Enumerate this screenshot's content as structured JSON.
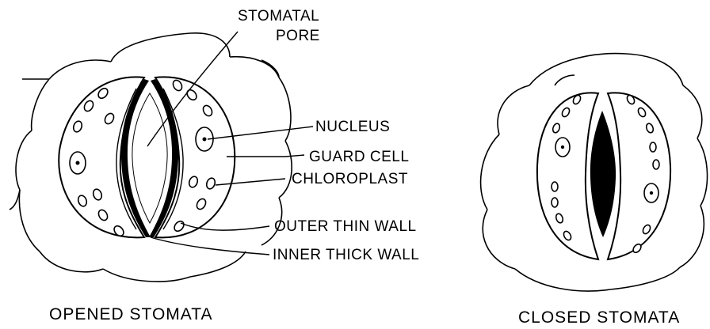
{
  "labels": {
    "stomatal_pore_line1": "STOMATAL",
    "stomatal_pore_line2": "PORE",
    "nucleus": "NUCLEUS",
    "guard_cell": "GUARD CELL",
    "chloroplast": "CHLOROPLAST",
    "outer_thin_wall": "OUTER THIN WALL",
    "inner_thick_wall": "INNER THICK WALL"
  },
  "captions": {
    "opened": "OPENED STOMATA",
    "closed": "CLOSED STOMATA"
  }
}
